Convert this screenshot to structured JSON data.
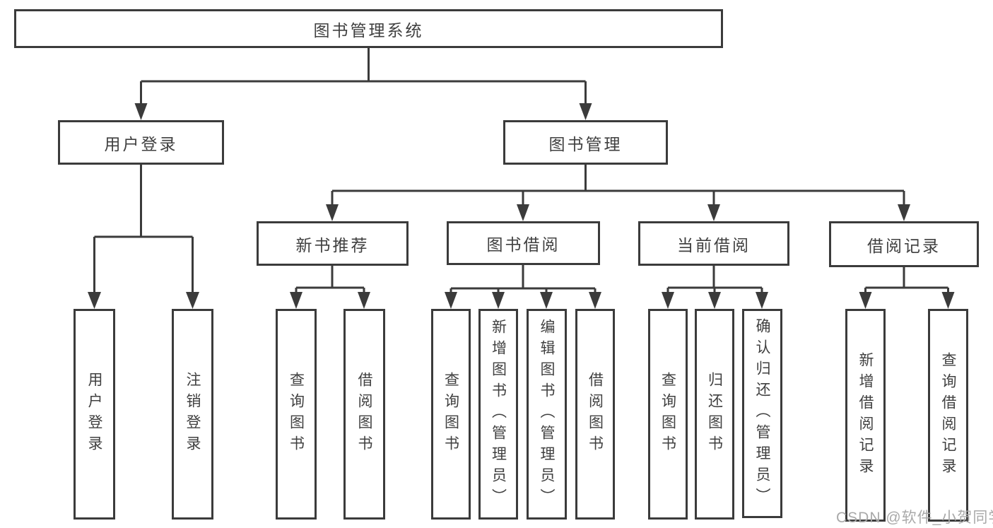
{
  "title": "图书管理系统",
  "watermark": "CSDN @软件_小贺同学",
  "colors": {
    "line": "#3b3b3b",
    "text": "#404040",
    "background": "#ffffff",
    "watermark": "#a9a9a9"
  },
  "level1": [
    {
      "label": "用户登录"
    },
    {
      "label": "图书管理"
    }
  ],
  "level2": [
    {
      "label": "新书推荐",
      "parent": "图书管理"
    },
    {
      "label": "图书借阅",
      "parent": "图书管理"
    },
    {
      "label": "当前借阅",
      "parent": "图书管理"
    },
    {
      "label": "借阅记录",
      "parent": "图书管理"
    }
  ],
  "leaves": [
    {
      "label": "用户登录",
      "parent": "用户登录"
    },
    {
      "label": "注销登录",
      "parent": "用户登录"
    },
    {
      "label": "查询图书",
      "parent": "新书推荐"
    },
    {
      "label": "借阅图书",
      "parent": "新书推荐"
    },
    {
      "label": "查询图书",
      "parent": "图书借阅"
    },
    {
      "label": "新增图书（管理员）",
      "parent": "图书借阅"
    },
    {
      "label": "编辑图书（管理员）",
      "parent": "图书借阅"
    },
    {
      "label": "借阅图书",
      "parent": "图书借阅"
    },
    {
      "label": "查询图书",
      "parent": "当前借阅"
    },
    {
      "label": "归还图书",
      "parent": "当前借阅"
    },
    {
      "label": "确认归还（管理员）",
      "parent": "当前借阅"
    },
    {
      "label": "新增借阅记录",
      "parent": "借阅记录"
    },
    {
      "label": "查询借阅记录",
      "parent": "借阅记录"
    }
  ]
}
